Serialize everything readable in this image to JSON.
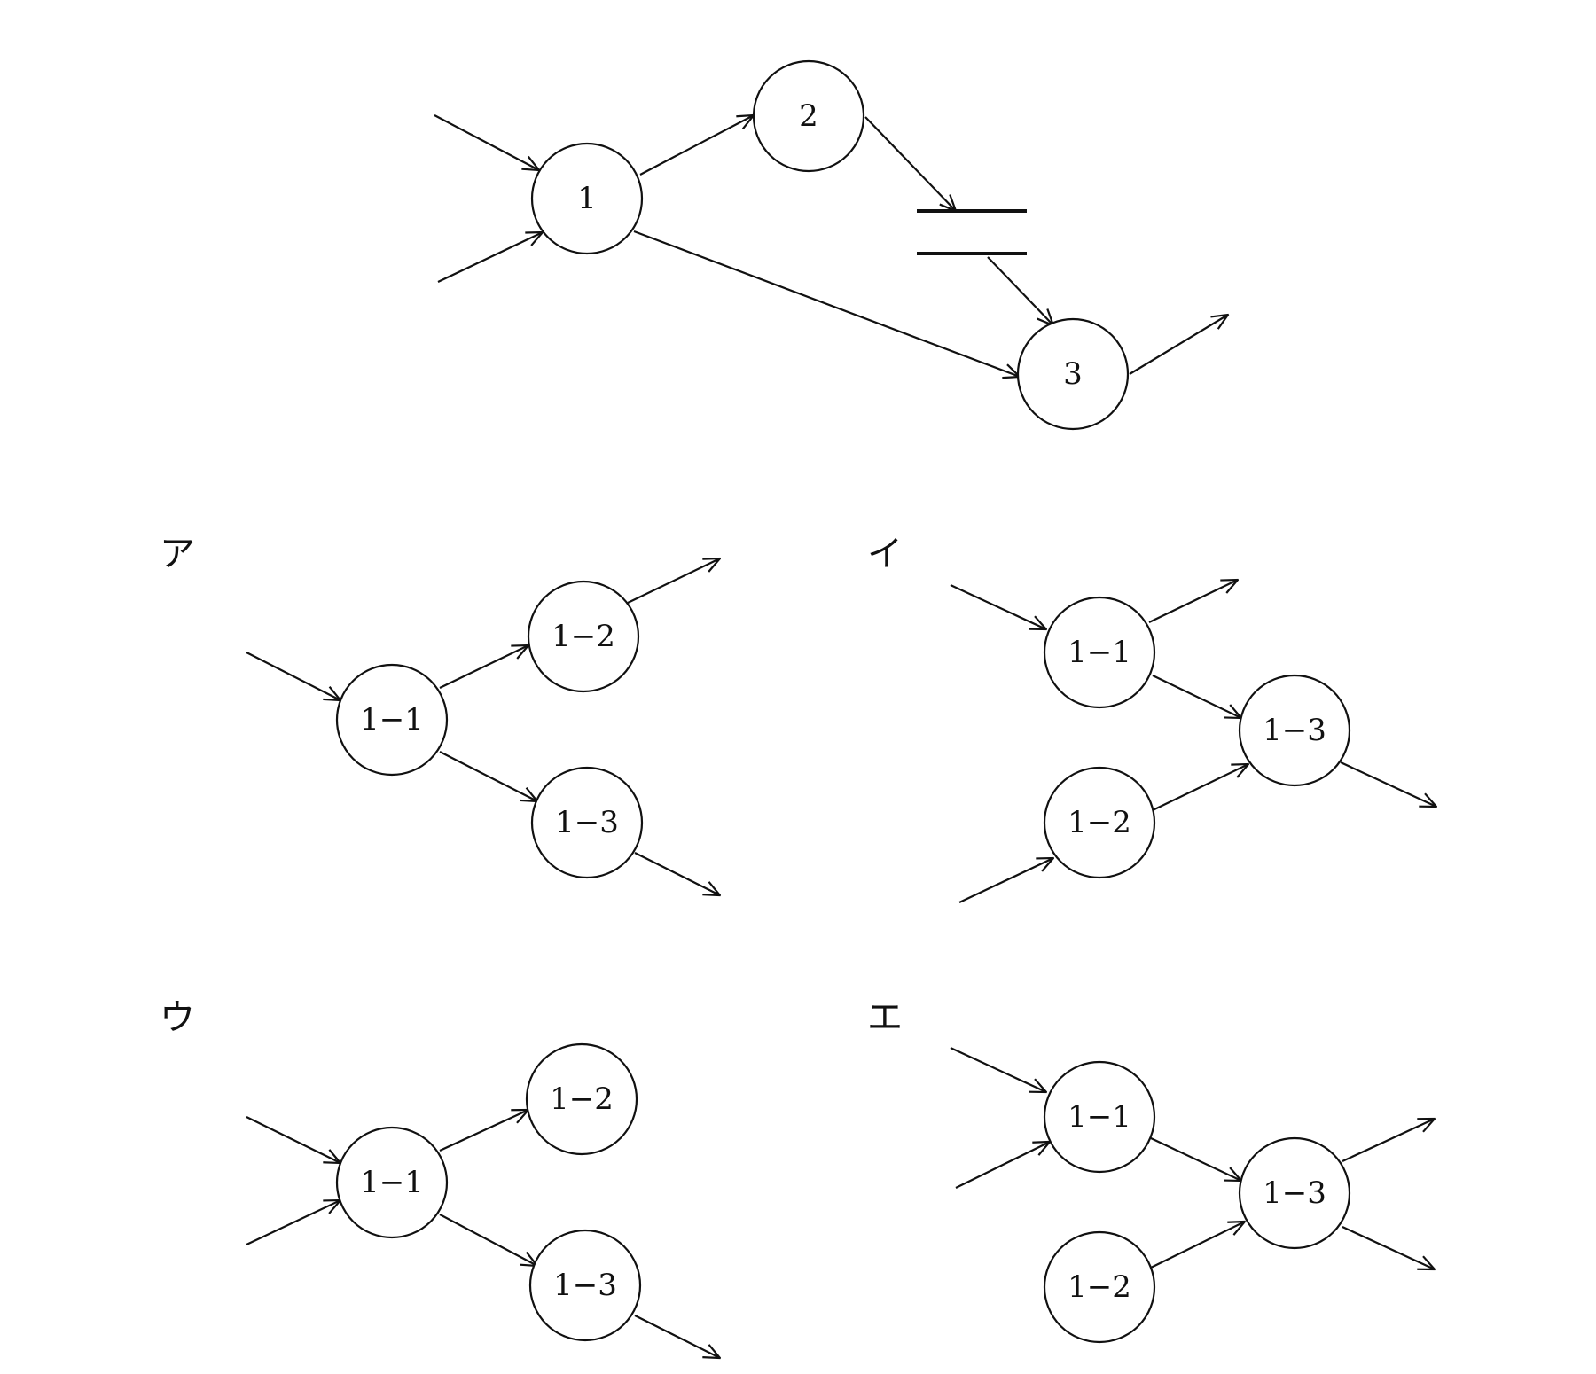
{
  "diagram": {
    "main": {
      "nodes": [
        {
          "id": "1",
          "label": "1"
        },
        {
          "id": "2",
          "label": "2"
        },
        {
          "id": "3",
          "label": "3"
        }
      ]
    },
    "options": [
      {
        "key": "a",
        "label": "ア",
        "nodes": [
          {
            "label": "1−1"
          },
          {
            "label": "1−2"
          },
          {
            "label": "1−3"
          }
        ]
      },
      {
        "key": "i",
        "label": "イ",
        "nodes": [
          {
            "label": "1−1"
          },
          {
            "label": "1−2"
          },
          {
            "label": "1−3"
          }
        ]
      },
      {
        "key": "u",
        "label": "ウ",
        "nodes": [
          {
            "label": "1−1"
          },
          {
            "label": "1−2"
          },
          {
            "label": "1−3"
          }
        ]
      },
      {
        "key": "e",
        "label": "エ",
        "nodes": [
          {
            "label": "1−1"
          },
          {
            "label": "1−2"
          },
          {
            "label": "1−3"
          }
        ]
      }
    ]
  }
}
